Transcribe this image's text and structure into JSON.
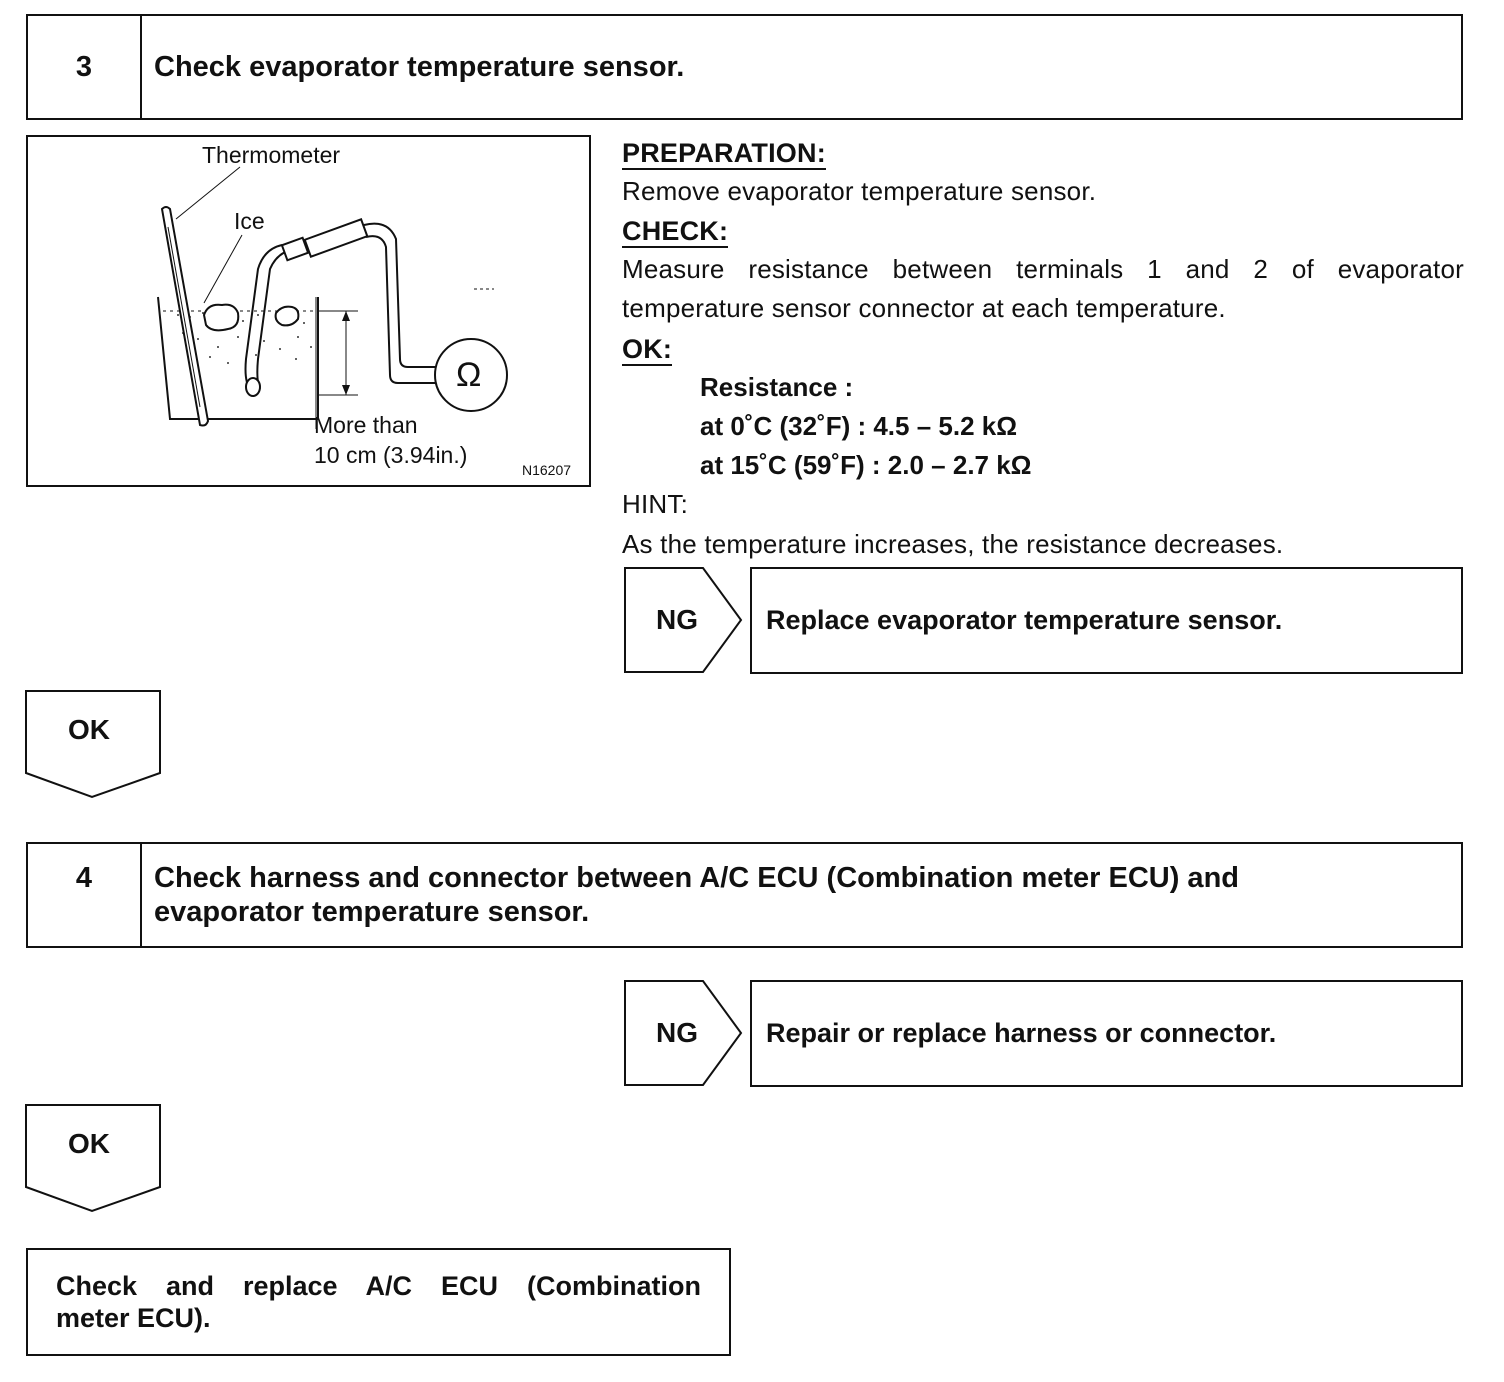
{
  "step3": {
    "number": "3",
    "title": "Check evaporator temperature sensor."
  },
  "figure": {
    "thermometer_label": "Thermometer",
    "ice_label": "Ice",
    "depth_label_line1": "More than",
    "depth_label_line2": "10 cm (3.94in.)",
    "ohm_symbol": "Ω",
    "figure_code": "N16207"
  },
  "instructions": {
    "preparation_heading": "PREPARATION:",
    "preparation_text": "Remove evaporator temperature sensor.",
    "check_heading": "CHECK:",
    "check_line1": "Measure resistance between terminals 1 and 2 of evaporator",
    "check_line2": "temperature sensor connector at each temperature.",
    "ok_heading": "OK:",
    "spec_title": "Resistance :",
    "spec_row1": "at 0˚C (32˚F) : 4.5 – 5.2 kΩ",
    "spec_row2": "at 15˚C (59˚F) : 2.0 – 2.7 kΩ",
    "hint_heading": "HINT:",
    "hint_text": "As the temperature increases, the resistance decreases."
  },
  "ng1": {
    "tag": "NG",
    "action": "Replace evaporator temperature sensor."
  },
  "ok1": {
    "tag": "OK"
  },
  "step4": {
    "number": "4",
    "title_line1": "Check harness and connector between A/C ECU (Combination meter ECU) and",
    "title_line2": "evaporator temperature sensor."
  },
  "ng2": {
    "tag": "NG",
    "action": "Repair or replace harness or connector."
  },
  "ok2": {
    "tag": "OK"
  },
  "final": {
    "line1": "Check and replace A/C ECU (Combination",
    "line2": "meter ECU)."
  }
}
